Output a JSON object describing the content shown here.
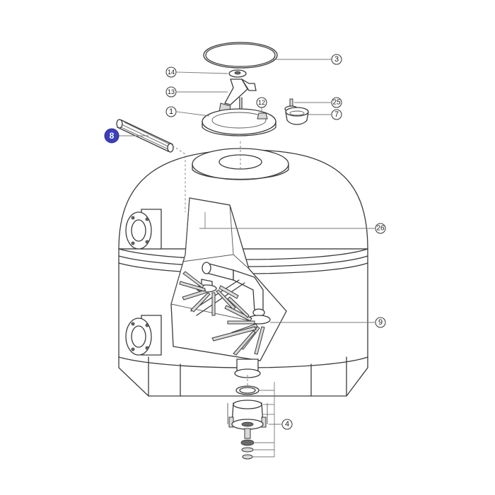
{
  "callouts": {
    "c3": "3",
    "c14": "14",
    "c13": "13",
    "c12": "12",
    "c25": "25",
    "c1": "1",
    "c7": "7",
    "c8": "8",
    "c26": "26",
    "c9": "9",
    "c4": "4"
  },
  "colors": {
    "highlight": "#3b3fb8",
    "line": "#3a3a3a"
  }
}
